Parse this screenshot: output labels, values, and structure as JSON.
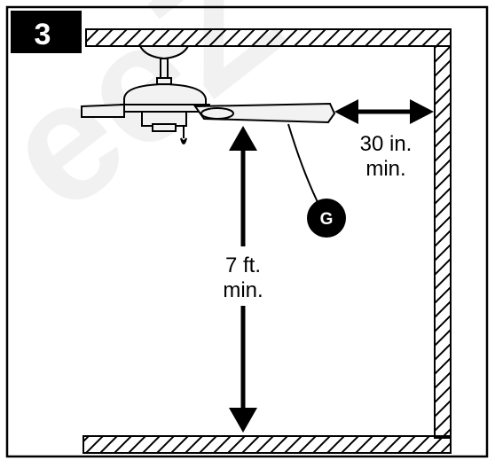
{
  "step": {
    "number": "3"
  },
  "labels": {
    "wall_clearance_line1": "30 in.",
    "wall_clearance_line2": "min.",
    "floor_clearance_line1": "7 ft.",
    "floor_clearance_line2": "min.",
    "callout_letter": "G"
  },
  "watermark": {
    "text": "eeZ"
  },
  "colors": {
    "ink": "#000000",
    "paper": "#ffffff",
    "watermark": "#f0f0f0",
    "fan_fill": "#f2f2f2"
  }
}
